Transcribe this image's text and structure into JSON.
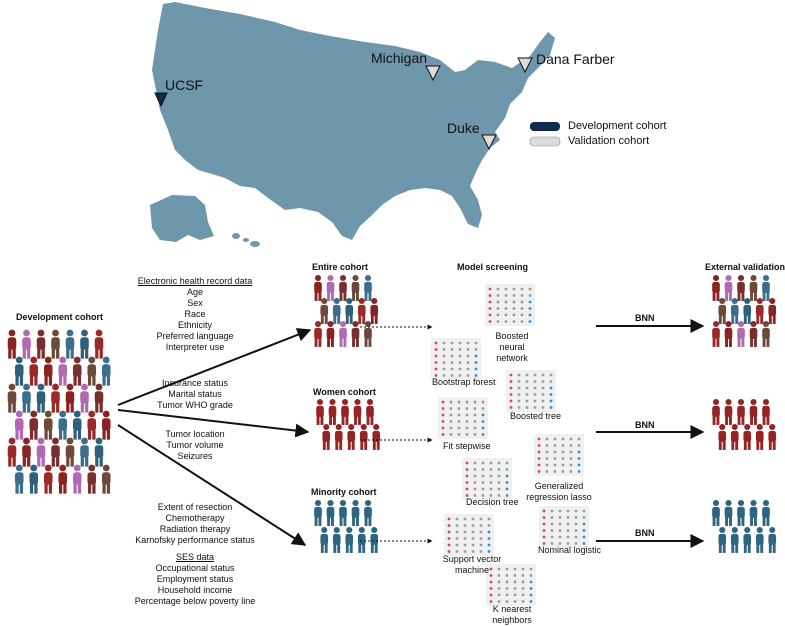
{
  "map": {
    "sites": [
      {
        "name": "UCSF",
        "type": "development"
      },
      {
        "name": "Michigan",
        "type": "validation"
      },
      {
        "name": "Dana Farber",
        "type": "validation"
      },
      {
        "name": "Duke",
        "type": "validation"
      }
    ],
    "legend": {
      "development": "Development cohort",
      "validation": "Validation cohort"
    },
    "colors": {
      "land": "#6e97ab",
      "development": "#0e2a52",
      "validation": "#dcdcdc"
    }
  },
  "left": {
    "title": "Development cohort"
  },
  "features": {
    "ehr_header": "Electronic health record data",
    "group1": [
      "Age",
      "Sex",
      "Race",
      "Ethnicity",
      "Preferred language",
      "Interpreter use"
    ],
    "group2": [
      "Insurance status",
      "Marital status",
      "Tumor WHO grade"
    ],
    "group3": [
      "Tumor location",
      "Tumor volume",
      "Seizures"
    ],
    "group4": [
      "Extent of resection",
      "Chemotherapy",
      "Radiation therapy",
      "Karnofsky performance status"
    ],
    "ses_header": "SES data",
    "group5": [
      "Occupational status",
      "Employment status",
      "Household income",
      "Percentage below poverty line"
    ]
  },
  "cohorts": {
    "entire": "Entire cohort",
    "women": "Women cohort",
    "minority": "Minority cohort"
  },
  "screening": {
    "title": "Model screening",
    "models": [
      "Boosted neural network",
      "Bootstrap forest",
      "Boosted tree",
      "Fit stepwise",
      "Generalized regression lasso",
      "Decision tree",
      "Support vector machine",
      "Nominal logistic",
      "K nearest neighbors"
    ]
  },
  "validation": {
    "title": "External validation",
    "arrow_label": "BNN"
  },
  "people_colors": {
    "mixed": [
      "#8b2323",
      "#2f5f7a",
      "#6b4a3a",
      "#b06ab3",
      "#9a2a2a",
      "#3a6e8c",
      "#7a2f2f"
    ],
    "women": "#952525",
    "minority": "#2e6580"
  }
}
